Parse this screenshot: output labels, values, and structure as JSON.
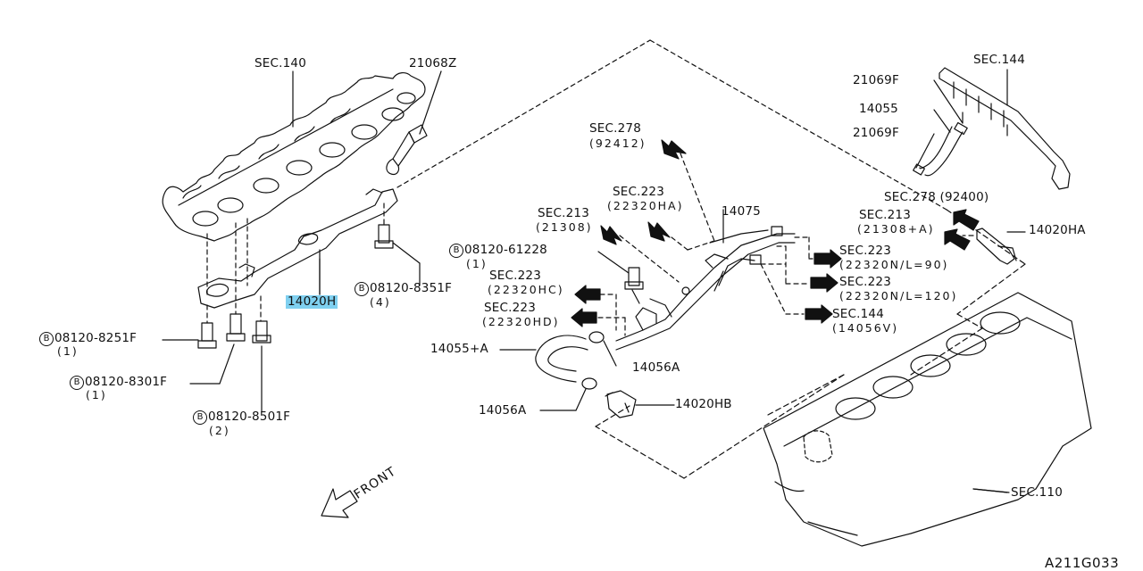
{
  "diagram": {
    "code": "A211G033",
    "front": "FRONT",
    "bolt_symbol": "B",
    "labels": {
      "sec140": "SEC.140",
      "p21068z": "21068Z",
      "sec144_top": "SEC.144",
      "p21069f_a": "21069F",
      "p14055": "14055",
      "p21069f_b": "21069F",
      "sec278_a": "SEC.278",
      "sec278_a_sub": "(92412)",
      "sec223_a": "SEC.223",
      "sec223_a_sub": "(22320HA)",
      "p14075": "14075",
      "sec278_b": "SEC.278 (92400)",
      "sec213_a": "SEC.213",
      "sec213_a_sub": "(21308)",
      "sec213_b": "SEC.213",
      "sec213_b_sub": "(21308+A)",
      "p14020ha": "14020HA",
      "b61228": "08120-61228",
      "b61228_qty": "(1)",
      "sec223_b": "SEC.223",
      "sec223_b_sub": "(22320N/L=90)",
      "sec223_c": "SEC.223",
      "sec223_c_sub": "(22320HC)",
      "sec223_d": "SEC.223",
      "sec223_d_sub": "(22320N/L=120)",
      "b8351": "08120-8351F",
      "b8351_qty": "(4)",
      "p14020h": "14020H",
      "sec223_e": "SEC.223",
      "sec223_e_sub": "(22320HD)",
      "sec144_b": "SEC.144",
      "sec144_b_sub": "(14056V)",
      "b8251": "08120-8251F",
      "b8251_qty": "(1)",
      "p14055a": "14055+A",
      "p14056a_a": "14056A",
      "b8301": "08120-8301F",
      "b8301_qty": "(1)",
      "p14056a_b": "14056A",
      "p14020hb": "14020HB",
      "b8501": "08120-8501F",
      "b8501_qty": "(2)",
      "sec110": "SEC.110"
    }
  }
}
